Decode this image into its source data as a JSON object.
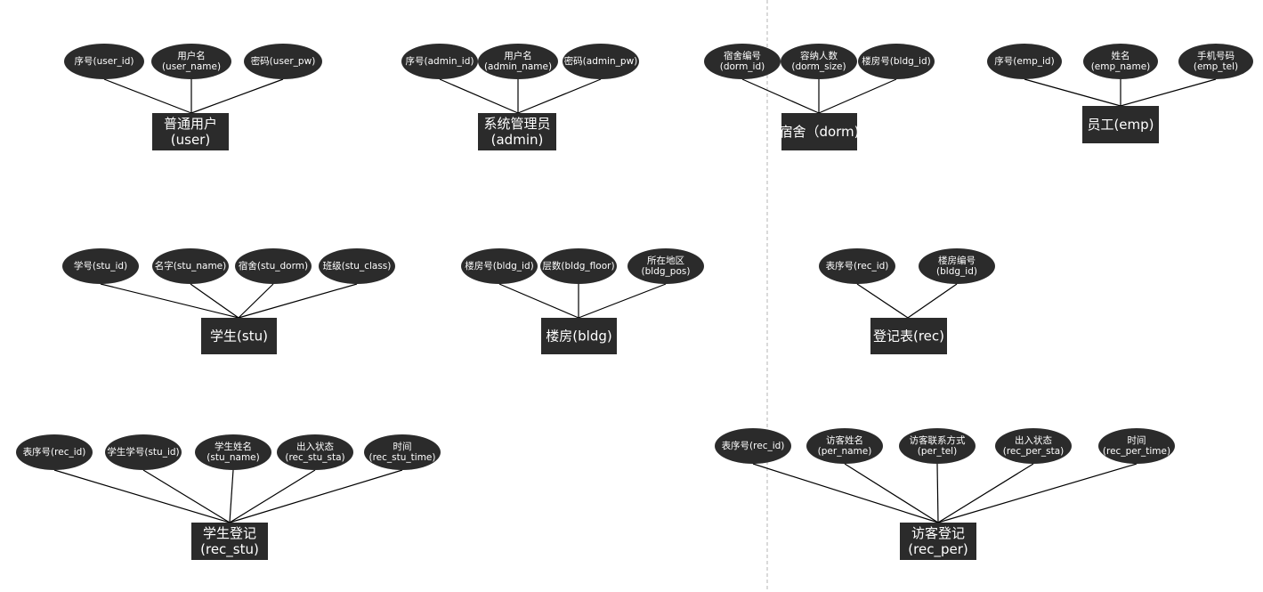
{
  "entities": [
    {
      "id": "user",
      "lines": [
        "普通用户",
        "(user)"
      ],
      "attributes": [
        {
          "lines": [
            "序号(user_id)"
          ]
        },
        {
          "lines": [
            "用户名",
            "(user_name)"
          ]
        },
        {
          "lines": [
            "密码(user_pw)"
          ]
        }
      ]
    },
    {
      "id": "admin",
      "lines": [
        "系统管理员",
        "(admin)"
      ],
      "attributes": [
        {
          "lines": [
            "序号(admin_id)"
          ]
        },
        {
          "lines": [
            "用户名",
            "(admin_name)"
          ]
        },
        {
          "lines": [
            "密码(admin_pw)"
          ]
        }
      ]
    },
    {
      "id": "dorm",
      "lines": [
        "宿舍（dorm)"
      ],
      "attributes": [
        {
          "lines": [
            "宿舍编号",
            "(dorm_id)"
          ]
        },
        {
          "lines": [
            "容纳人数",
            "(dorm_size)"
          ]
        },
        {
          "lines": [
            "楼房号(bldg_id)"
          ]
        }
      ]
    },
    {
      "id": "emp",
      "lines": [
        "员工(emp)"
      ],
      "attributes": [
        {
          "lines": [
            "序号(emp_id)"
          ]
        },
        {
          "lines": [
            "姓名",
            "(emp_name)"
          ]
        },
        {
          "lines": [
            "手机号码",
            "(emp_tel)"
          ]
        }
      ]
    },
    {
      "id": "stu",
      "lines": [
        "学生(stu)"
      ],
      "attributes": [
        {
          "lines": [
            "学号(stu_id)"
          ]
        },
        {
          "lines": [
            "名字(stu_name)"
          ]
        },
        {
          "lines": [
            "宿舍(stu_dorm)"
          ]
        },
        {
          "lines": [
            "班级(stu_class)"
          ]
        }
      ]
    },
    {
      "id": "bldg",
      "lines": [
        "楼房(bldg)"
      ],
      "attributes": [
        {
          "lines": [
            "楼房号(bldg_id)"
          ]
        },
        {
          "lines": [
            "层数(bldg_floor)"
          ]
        },
        {
          "lines": [
            "所在地区",
            "(bldg_pos)"
          ]
        }
      ]
    },
    {
      "id": "rec",
      "lines": [
        "登记表(rec)"
      ],
      "attributes": [
        {
          "lines": [
            "表序号(rec_id)"
          ]
        },
        {
          "lines": [
            "楼房编号",
            "(bldg_id)"
          ]
        }
      ]
    },
    {
      "id": "rec_stu",
      "lines": [
        "学生登记",
        "(rec_stu)"
      ],
      "attributes": [
        {
          "lines": [
            "表序号(rec_id)"
          ]
        },
        {
          "lines": [
            "学生学号(stu_id)"
          ]
        },
        {
          "lines": [
            "学生姓名",
            "(stu_name)"
          ]
        },
        {
          "lines": [
            "出入状态",
            "(rec_stu_sta)"
          ]
        },
        {
          "lines": [
            "时间",
            "(rec_stu_time)"
          ]
        }
      ]
    },
    {
      "id": "rec_per",
      "lines": [
        "访客登记",
        "(rec_per)"
      ],
      "attributes": [
        {
          "lines": [
            "表序号(rec_id)"
          ]
        },
        {
          "lines": [
            "访客姓名",
            "(per_name)"
          ]
        },
        {
          "lines": [
            "访客联系方式",
            "(per_tel)"
          ]
        },
        {
          "lines": [
            "出入状态",
            "(rec_per_sta)"
          ]
        },
        {
          "lines": [
            "时间",
            "(rec_per_time)"
          ]
        }
      ]
    }
  ]
}
